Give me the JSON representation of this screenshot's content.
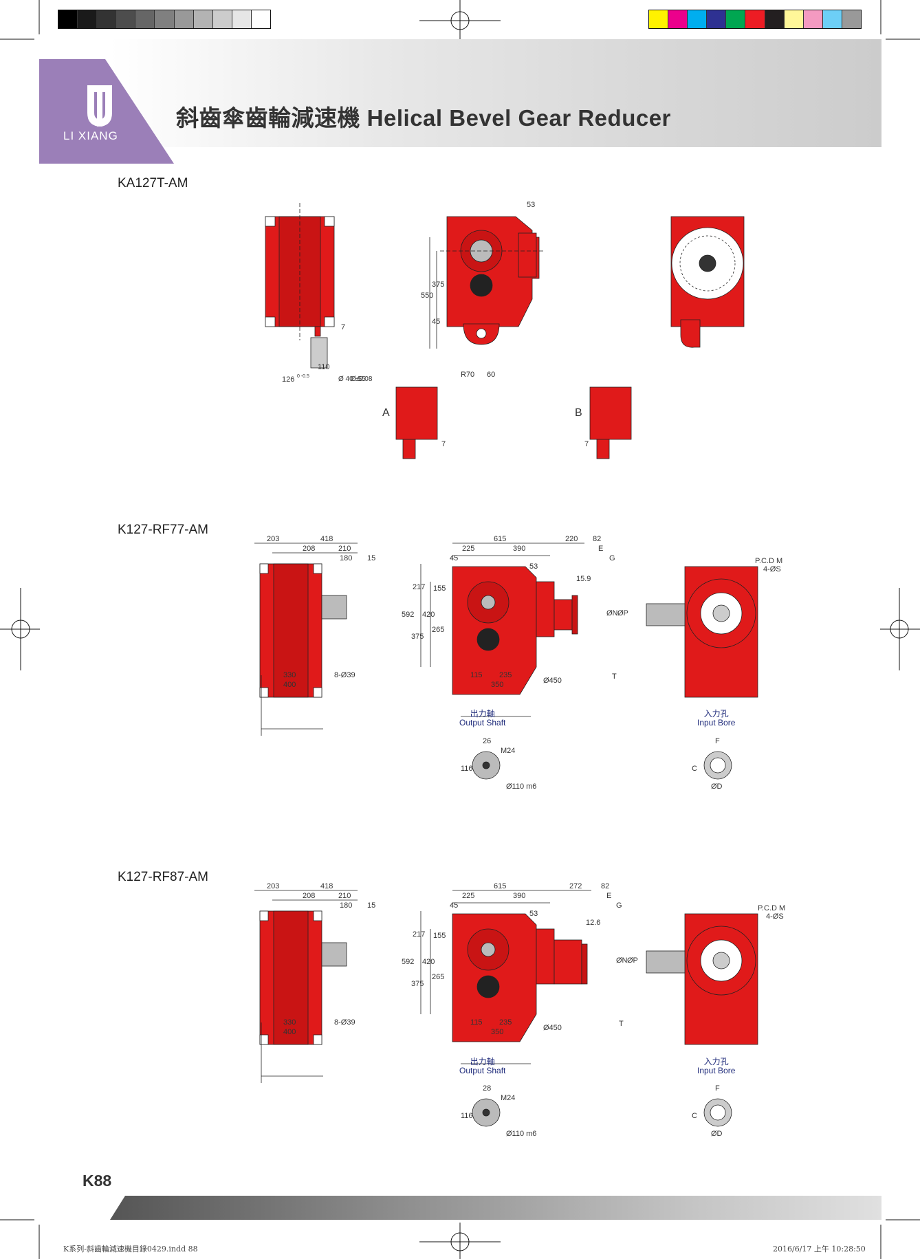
{
  "header": {
    "logo_text": "LI XIANG",
    "title": "斜齒傘齒輪減速機 Helical Bevel Gear Reducer"
  },
  "colors": {
    "gray_steps": [
      "#000000",
      "#1a1a1a",
      "#333333",
      "#4d4d4d",
      "#666666",
      "#808080",
      "#999999",
      "#b3b3b3",
      "#cccccc",
      "#e6e6e6",
      "#ffffff"
    ],
    "color_steps": [
      "#fff200",
      "#ec008c",
      "#00aeef",
      "#2e3192",
      "#00a651",
      "#ed1c24",
      "#231f20",
      "#fff799",
      "#f49ac1",
      "#6dcff6",
      "#999999"
    ],
    "logo_purple": "#9b7fb8",
    "reducer_red": "#e01a1a"
  },
  "sections": [
    {
      "model": "KA127T-AM",
      "dims": {
        "d53": "53",
        "d375": "375",
        "d550": "550",
        "d45": "45",
        "dR70": "R70",
        "d60": "60",
        "d7top": "7",
        "d110": "110",
        "d126": "126",
        "d126tol": "0 -0.5",
        "d40": "Ø 40 ±0.08",
        "d55": "Ø 55",
        "view_a": "A",
        "view_b": "B",
        "d7a": "7",
        "d7b": "7"
      }
    },
    {
      "model": "K127-RF77-AM",
      "dims": {
        "l203": "203",
        "l418": "418",
        "l208": "208",
        "l210": "210",
        "l180": "180",
        "l15": "15",
        "l330": "330",
        "l400": "400",
        "l8039": "8-Ø39",
        "f615": "615",
        "f220": "220",
        "f82": "82",
        "f225": "225",
        "f390": "390",
        "f45": "45",
        "f53": "53",
        "f217": "217",
        "f155": "155",
        "f592": "592",
        "f420": "420",
        "f375": "375",
        "f265": "265",
        "f115": "115",
        "f235": "235",
        "f350": "350",
        "f450": "Ø450",
        "f15_9": "15.9",
        "fE": "E",
        "fG": "G",
        "fN": "ØN",
        "fP": "ØP",
        "fT": "T",
        "r_pcd": "P.C.D M",
        "r_4s": "4-ØS",
        "out_cn": "出力軸",
        "out_en": "Output Shaft",
        "out_26": "26",
        "out_m24": "M24",
        "out_116": "116",
        "out_110": "Ø110 m6",
        "in_cn": "入力孔",
        "in_en": "Input Bore",
        "in_F": "F",
        "in_C": "C",
        "in_D": "ØD"
      }
    },
    {
      "model": "K127-RF87-AM",
      "dims": {
        "l203": "203",
        "l418": "418",
        "l208": "208",
        "l210": "210",
        "l180": "180",
        "l15": "15",
        "l330": "330",
        "l400": "400",
        "l8039": "8-Ø39",
        "f615": "615",
        "f220": "272",
        "f82": "82",
        "f225": "225",
        "f390": "390",
        "f45": "45",
        "f53": "53",
        "f217": "217",
        "f155": "155",
        "f592": "592",
        "f420": "420",
        "f375": "375",
        "f265": "265",
        "f115": "115",
        "f235": "235",
        "f350": "350",
        "f450": "Ø450",
        "f15_9": "12.6",
        "fE": "E",
        "fG": "G",
        "fN": "ØN",
        "fP": "ØP",
        "fT": "T",
        "r_pcd": "P.C.D M",
        "r_4s": "4-ØS",
        "out_cn": "出力軸",
        "out_en": "Output Shaft",
        "out_26": "28",
        "out_m24": "M24",
        "out_116": "116",
        "out_110": "Ø110 m6",
        "in_cn": "入力孔",
        "in_en": "Input Bore",
        "in_F": "F",
        "in_C": "C",
        "in_D": "ØD"
      }
    }
  ],
  "footer": {
    "page_number": "K88",
    "slug_left": "K系列-斜齒輪減速機目錄0429.indd   88",
    "slug_right": "2016/6/17   上午 10:28:50"
  }
}
